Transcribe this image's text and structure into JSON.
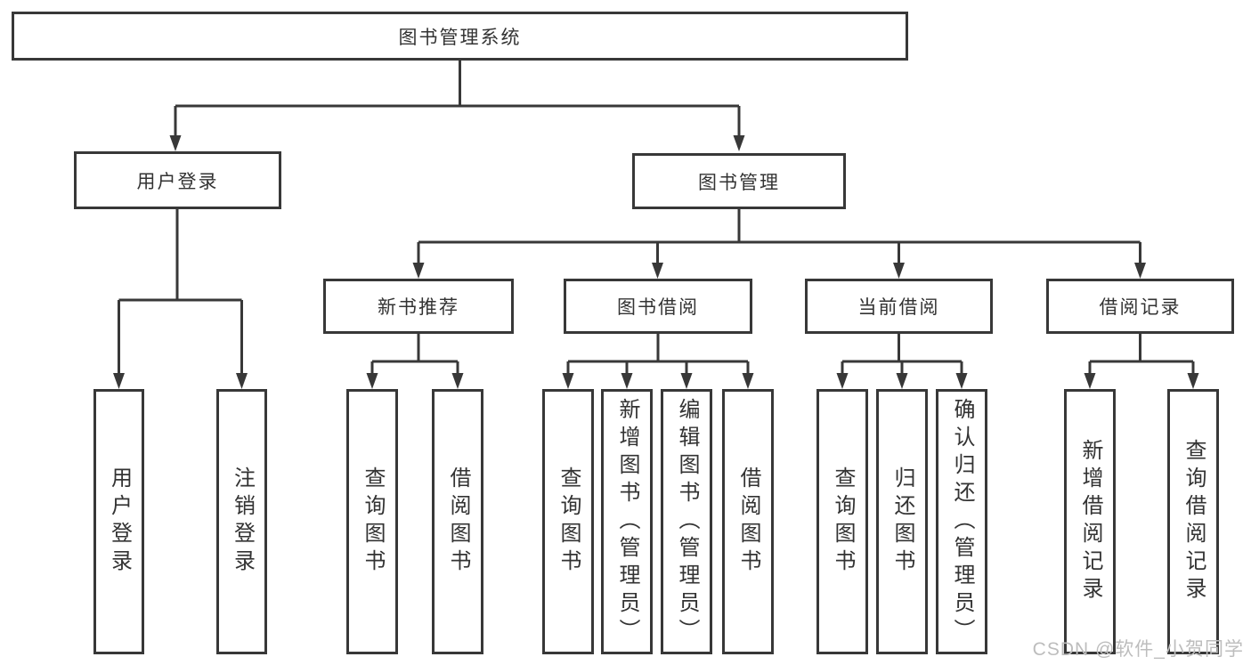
{
  "tree": {
    "label": "图书管理系统",
    "children": [
      {
        "label": "用户登录",
        "children": [
          {
            "label": "用户登录"
          },
          {
            "label": "注销登录"
          }
        ]
      },
      {
        "label": "图书管理",
        "children": [
          {
            "label": "新书推荐",
            "children": [
              {
                "label": "查询图书"
              },
              {
                "label": "借阅图书"
              }
            ]
          },
          {
            "label": "图书借阅",
            "children": [
              {
                "label": "查询图书"
              },
              {
                "label": "新增图书（管理员）"
              },
              {
                "label": "编辑图书（管理员）"
              },
              {
                "label": "借阅图书"
              }
            ]
          },
          {
            "label": "当前借阅",
            "children": [
              {
                "label": "查询图书"
              },
              {
                "label": "归还图书"
              },
              {
                "label": "确认归还（管理员）"
              }
            ]
          },
          {
            "label": "借阅记录",
            "children": [
              {
                "label": "新增借阅记录"
              },
              {
                "label": "查询借阅记录"
              }
            ]
          }
        ]
      }
    ]
  },
  "watermark": {
    "text": "CSDN @软件_小贺同学"
  },
  "colors": {
    "line": "#383838",
    "box_border": "#383838",
    "text": "#333333",
    "watermark": "#bdbdbd",
    "background": "#ffffff"
  }
}
